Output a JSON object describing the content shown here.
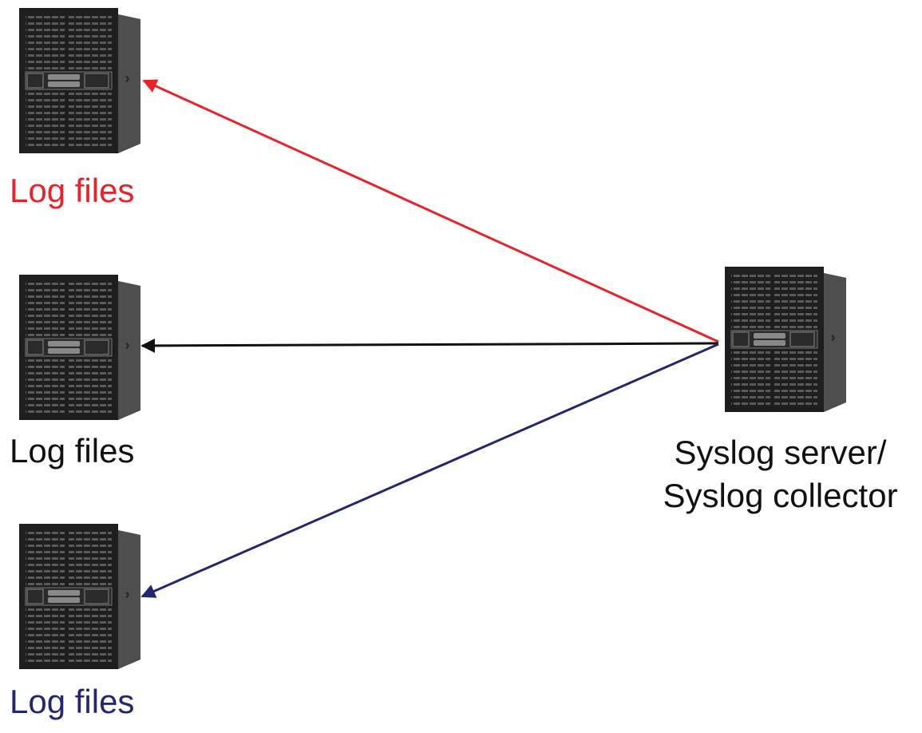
{
  "colors": {
    "red": "#e8232a",
    "black": "#111111",
    "navy": "#23286e",
    "server_dark": "#1e1e1e",
    "server_side": "#4e4e4e"
  },
  "labels": {
    "log_files_1": "Log files",
    "log_files_2": "Log files",
    "log_files_3": "Log files",
    "syslog_line1": "Syslog server/",
    "syslog_line2": "Syslog collector"
  },
  "icons": [
    "server-icon"
  ]
}
